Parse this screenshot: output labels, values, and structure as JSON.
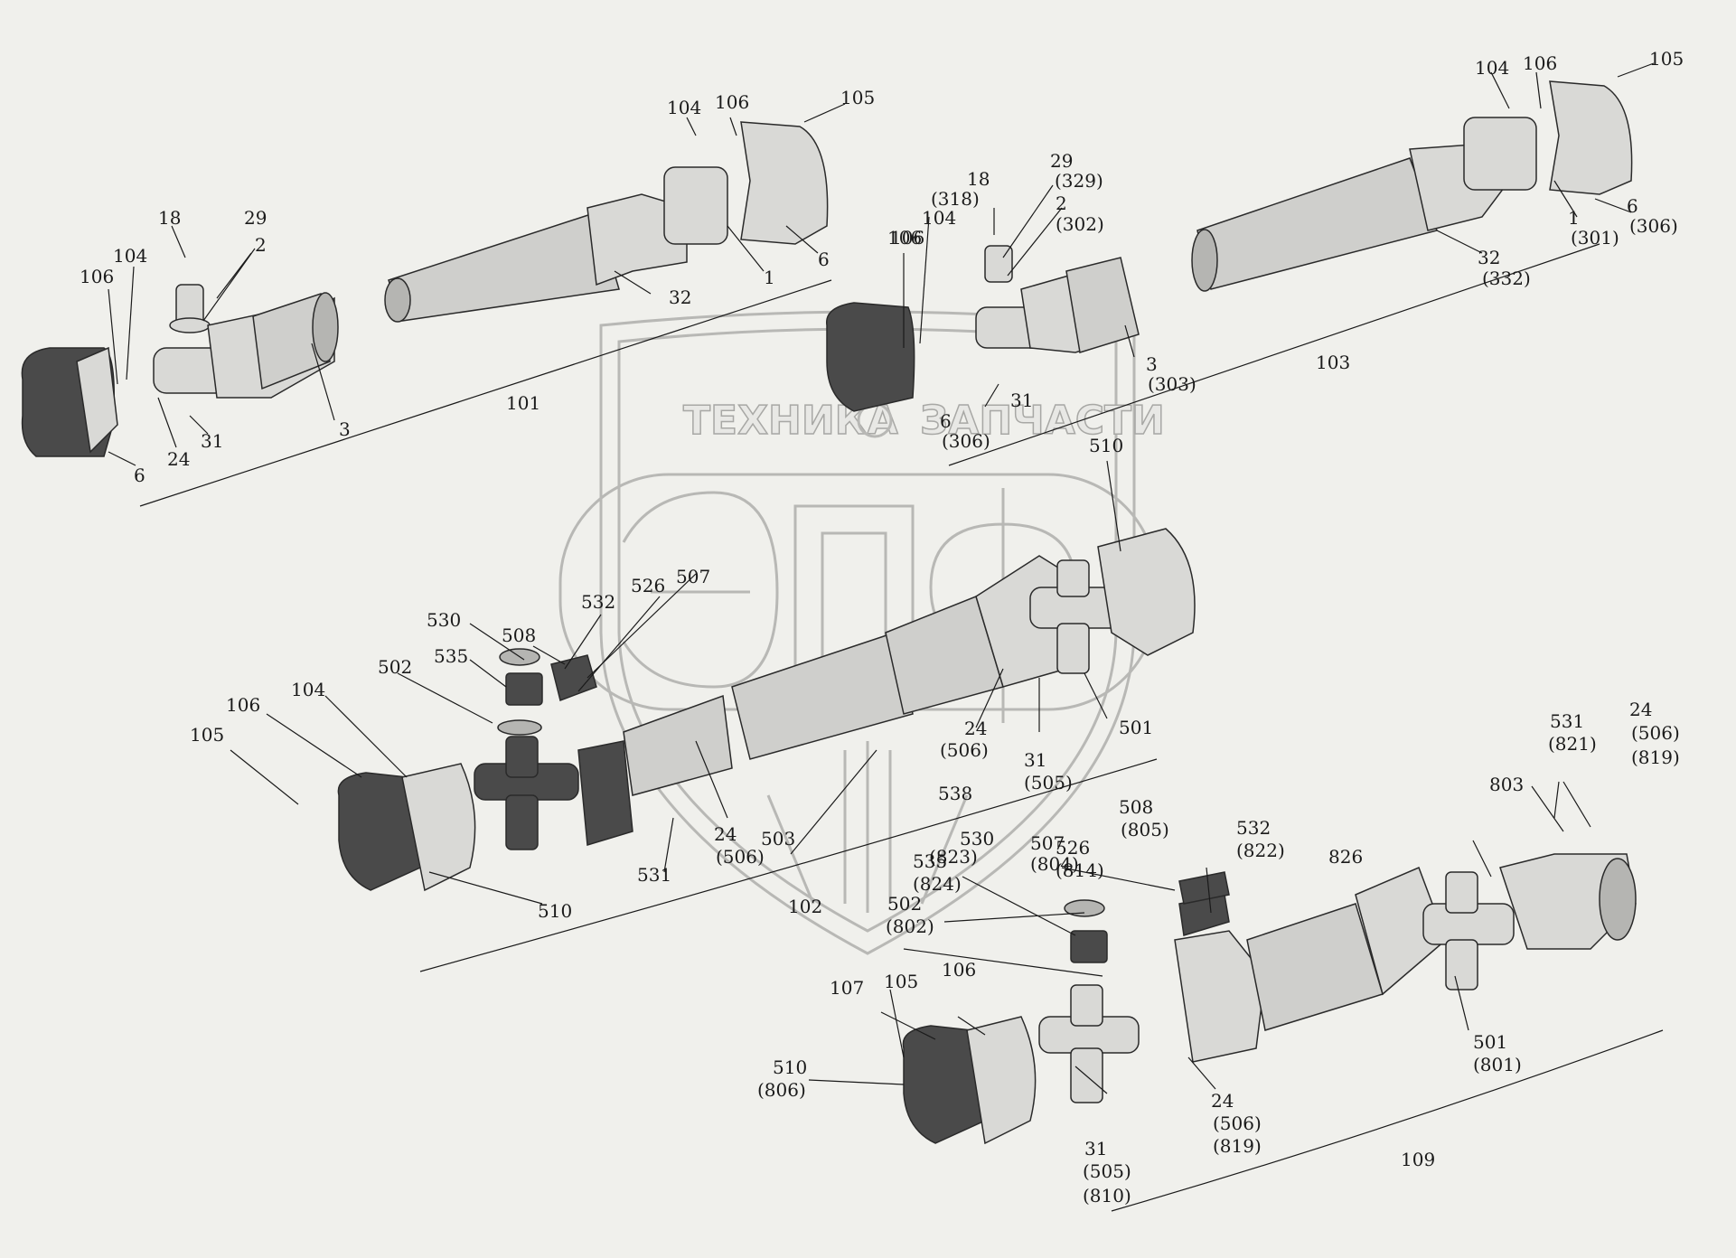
{
  "watermark": {
    "text_left": "ТЕХНИКА",
    "text_right": "ЗАПЧАСТИ",
    "logo_letters": "ЭПФ"
  },
  "labels": [
    {
      "id": "l1",
      "text": "18"
    },
    {
      "id": "l2",
      "text": "29"
    },
    {
      "id": "l3",
      "text": "2"
    },
    {
      "id": "l4",
      "text": "104"
    },
    {
      "id": "l5",
      "text": "106"
    },
    {
      "id": "l6",
      "text": "106"
    },
    {
      "id": "l7",
      "text": "24"
    },
    {
      "id": "l8",
      "text": "31"
    },
    {
      "id": "l9",
      "text": "6"
    },
    {
      "id": "l10",
      "text": "3"
    },
    {
      "id": "l11",
      "text": "101"
    },
    {
      "id": "l12",
      "text": "32"
    },
    {
      "id": "l13",
      "text": "1"
    },
    {
      "id": "l14",
      "text": "6"
    },
    {
      "id": "l15",
      "text": "104"
    },
    {
      "id": "l16",
      "text": "106"
    },
    {
      "id": "l17",
      "text": "105"
    },
    {
      "id": "m1",
      "text": "18"
    },
    {
      "id": "m2",
      "text": "(318)"
    },
    {
      "id": "m3",
      "text": "29"
    },
    {
      "id": "m4",
      "text": "(329)"
    },
    {
      "id": "m5",
      "text": "2"
    },
    {
      "id": "m6",
      "text": "(302)"
    },
    {
      "id": "m7",
      "text": "104"
    },
    {
      "id": "m8",
      "text": "106"
    },
    {
      "id": "m9",
      "text": "3"
    },
    {
      "id": "m10",
      "text": "(303)"
    },
    {
      "id": "m11",
      "text": "31"
    },
    {
      "id": "m12",
      "text": "6"
    },
    {
      "id": "m13",
      "text": "(306)"
    },
    {
      "id": "m14",
      "text": "103"
    },
    {
      "id": "m15",
      "text": "32"
    },
    {
      "id": "m16",
      "text": "(332)"
    },
    {
      "id": "m17",
      "text": "1"
    },
    {
      "id": "m18",
      "text": "(301)"
    },
    {
      "id": "m19",
      "text": "6"
    },
    {
      "id": "m20",
      "text": "(306)"
    },
    {
      "id": "m21",
      "text": "104"
    },
    {
      "id": "m22",
      "text": "106"
    },
    {
      "id": "m23",
      "text": "105"
    },
    {
      "id": "c1",
      "text": "510"
    },
    {
      "id": "c2",
      "text": "507"
    },
    {
      "id": "c3",
      "text": "526"
    },
    {
      "id": "c4",
      "text": "532"
    },
    {
      "id": "c5",
      "text": "530"
    },
    {
      "id": "c6",
      "text": "508"
    },
    {
      "id": "c7",
      "text": "535"
    },
    {
      "id": "c8",
      "text": "502"
    },
    {
      "id": "c9",
      "text": "104"
    },
    {
      "id": "c10",
      "text": "106"
    },
    {
      "id": "c11",
      "text": "105"
    },
    {
      "id": "c12",
      "text": "510"
    },
    {
      "id": "c13",
      "text": "531"
    },
    {
      "id": "c14",
      "text": "24"
    },
    {
      "id": "c15",
      "text": "(506)"
    },
    {
      "id": "c16",
      "text": "503"
    },
    {
      "id": "c17",
      "text": "102"
    },
    {
      "id": "c18",
      "text": "538"
    },
    {
      "id": "c19",
      "text": "24"
    },
    {
      "id": "c20",
      "text": "(506)"
    },
    {
      "id": "c21",
      "text": "31"
    },
    {
      "id": "c22",
      "text": "(505)"
    },
    {
      "id": "c23",
      "text": "501"
    },
    {
      "id": "d1",
      "text": "531"
    },
    {
      "id": "d2",
      "text": "(821)"
    },
    {
      "id": "d3",
      "text": "24"
    },
    {
      "id": "d4",
      "text": "(506)"
    },
    {
      "id": "d5",
      "text": "(819)"
    },
    {
      "id": "d6",
      "text": "803"
    },
    {
      "id": "d7",
      "text": "508"
    },
    {
      "id": "d8",
      "text": "(805)"
    },
    {
      "id": "d9",
      "text": "532"
    },
    {
      "id": "d10",
      "text": "(822)"
    },
    {
      "id": "d11",
      "text": "530"
    },
    {
      "id": "d12",
      "text": "(823)"
    },
    {
      "id": "d13",
      "text": "507"
    },
    {
      "id": "d14",
      "text": "(804)"
    },
    {
      "id": "d15",
      "text": "526"
    },
    {
      "id": "d16",
      "text": "(814)"
    },
    {
      "id": "d17",
      "text": "826"
    },
    {
      "id": "d18",
      "text": "535"
    },
    {
      "id": "d19",
      "text": "(824)"
    },
    {
      "id": "d20",
      "text": "502"
    },
    {
      "id": "d21",
      "text": "(802)"
    },
    {
      "id": "d22",
      "text": "107"
    },
    {
      "id": "d23",
      "text": "105"
    },
    {
      "id": "d24",
      "text": "106"
    },
    {
      "id": "d25",
      "text": "510"
    },
    {
      "id": "d26",
      "text": "(806)"
    },
    {
      "id": "d27",
      "text": "31"
    },
    {
      "id": "d28",
      "text": "(505)"
    },
    {
      "id": "d29",
      "text": "(810)"
    },
    {
      "id": "d30",
      "text": "24"
    },
    {
      "id": "d31",
      "text": "(506)"
    },
    {
      "id": "d32",
      "text": "(819)"
    },
    {
      "id": "d33",
      "text": "109"
    },
    {
      "id": "d34",
      "text": "501"
    },
    {
      "id": "d35",
      "text": "(801)"
    }
  ]
}
